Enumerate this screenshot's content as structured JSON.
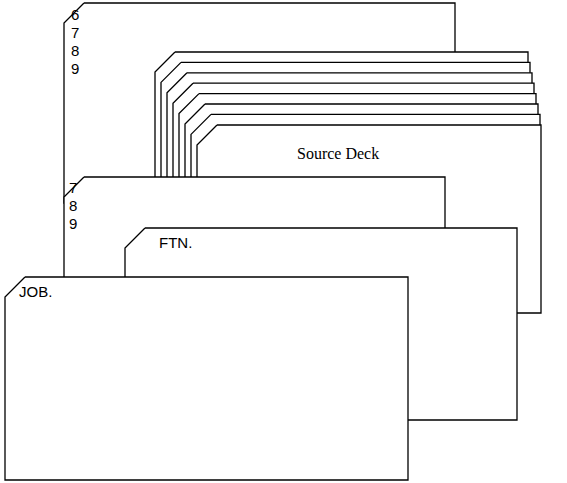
{
  "diagram": {
    "nodes": [
      {
        "text": [
          "6 7 8 9"
        ]
      },
      {
        "text": [
          "Source Deck"
        ]
      },
      {
        "text": [
          "7 8 9"
        ]
      },
      {
        "text": [
          "FTN."
        ]
      },
      {
        "text": [
          "JOB."
        ]
      }
    ]
  }
}
